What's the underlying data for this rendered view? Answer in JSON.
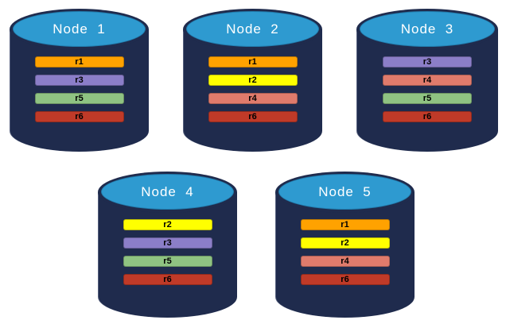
{
  "diagram": {
    "background": "#FFFFFF",
    "cylinder": {
      "body_color": "#1F2B4D",
      "top_color": "#2E9AD0",
      "title_color": "#FFFFFF"
    },
    "replica_colors": {
      "r1": "#FFA200",
      "r2": "#FFFF00",
      "r3": "#8B7EC8",
      "r4": "#E07B6C",
      "r5": "#8FC382",
      "r6": "#C03A28"
    },
    "nodes": [
      {
        "label": "Node  1",
        "replicas": [
          {
            "id": "r1",
            "color": "#FFA200"
          },
          {
            "id": "r3",
            "color": "#8B7EC8"
          },
          {
            "id": "r5",
            "color": "#8FC382"
          },
          {
            "id": "r6",
            "color": "#C03A28"
          }
        ]
      },
      {
        "label": "Node  2",
        "replicas": [
          {
            "id": "r1",
            "color": "#FFA200"
          },
          {
            "id": "r2",
            "color": "#FFFF00"
          },
          {
            "id": "r4",
            "color": "#E07B6C"
          },
          {
            "id": "r6",
            "color": "#C03A28"
          }
        ]
      },
      {
        "label": "Node  3",
        "replicas": [
          {
            "id": "r3",
            "color": "#8B7EC8"
          },
          {
            "id": "r4",
            "color": "#E07B6C"
          },
          {
            "id": "r5",
            "color": "#8FC382"
          },
          {
            "id": "r6",
            "color": "#C03A28"
          }
        ]
      },
      {
        "label": "Node  4",
        "replicas": [
          {
            "id": "r2",
            "color": "#FFFF00"
          },
          {
            "id": "r3",
            "color": "#8B7EC8"
          },
          {
            "id": "r5",
            "color": "#8FC382"
          },
          {
            "id": "r6",
            "color": "#C03A28"
          }
        ]
      },
      {
        "label": "Node  5",
        "replicas": [
          {
            "id": "r1",
            "color": "#FFA200"
          },
          {
            "id": "r2",
            "color": "#FFFF00"
          },
          {
            "id": "r4",
            "color": "#E07B6C"
          },
          {
            "id": "r6",
            "color": "#C03A28"
          }
        ]
      }
    ]
  }
}
